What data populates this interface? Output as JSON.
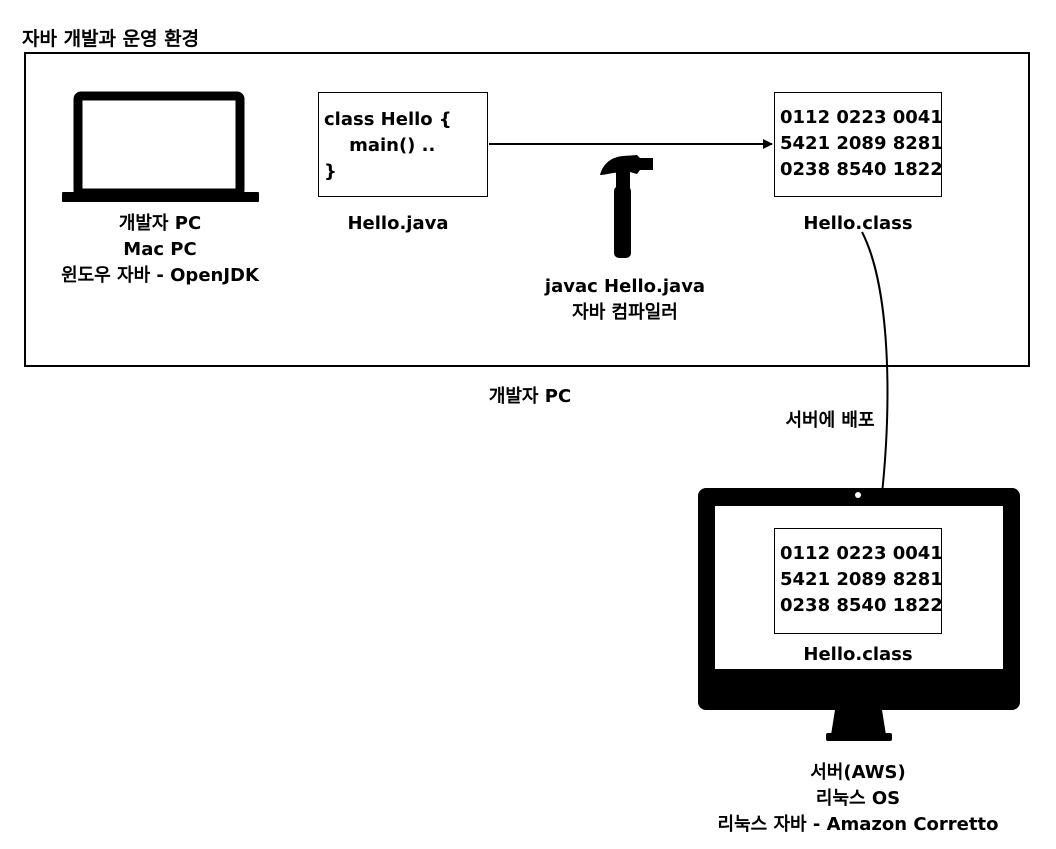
{
  "title": "자바 개발과 운영 환경",
  "dev_pc": {
    "lines": [
      "개발자 PC",
      "Mac PC",
      "윈도우 자바 - OpenJDK"
    ]
  },
  "source": {
    "code_lines": [
      "class Hello {",
      "    main() ..",
      "}"
    ],
    "filename": "Hello.java"
  },
  "compiler": {
    "lines": [
      "javac Hello.java",
      "자바 컴파일러"
    ],
    "icon": "hammer-icon"
  },
  "compiled": {
    "bytes": [
      "0112 0223 0041",
      "5421 2089 8281",
      "0238 8540 1822"
    ],
    "filename": "Hello.class"
  },
  "frame_label": "개발자 PC",
  "deploy_label": "서버에 배포",
  "server": {
    "bytes": [
      "0112 0223 0041",
      "5421 2089 8281",
      "0238 8540 1822"
    ],
    "filename": "Hello.class",
    "lines": [
      "서버(AWS)",
      "리눅스 OS",
      "리눅스 자바 - Amazon Corretto"
    ]
  }
}
